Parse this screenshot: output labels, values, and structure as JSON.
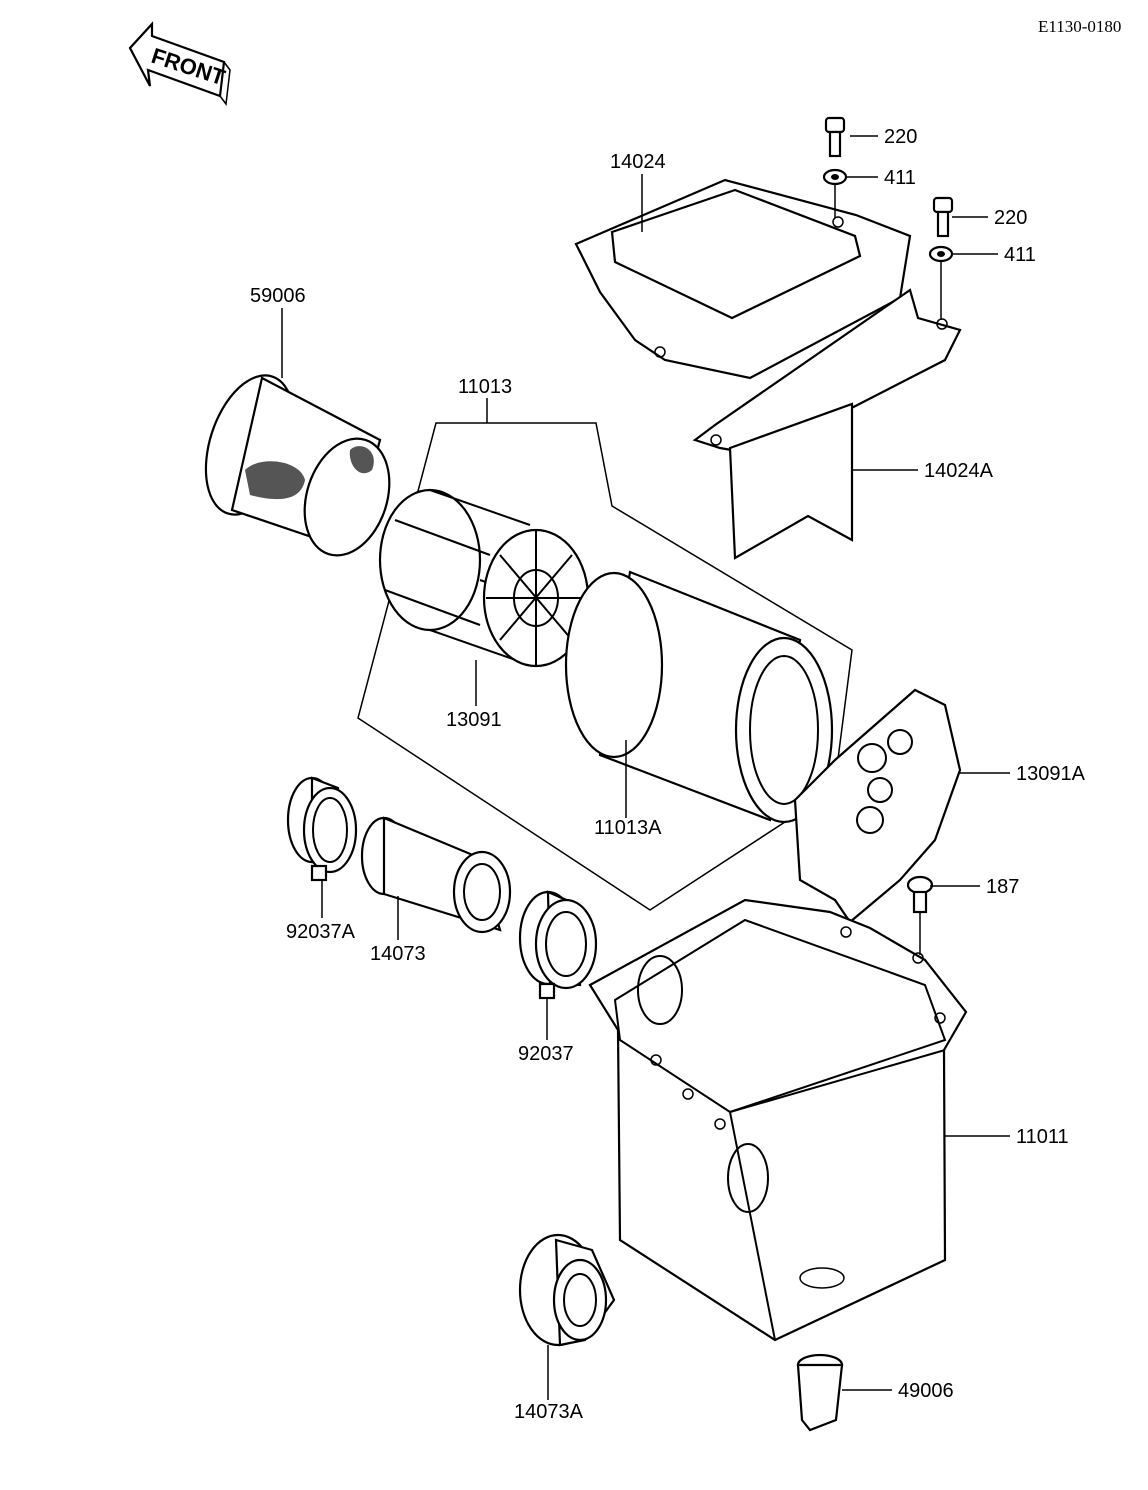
{
  "document_code": "E1130-0180",
  "direction_label": "FRONT",
  "parts": {
    "p59006": "59006",
    "p11013": "11013",
    "p14024": "14024",
    "p220a": "220",
    "p411a": "411",
    "p220b": "220",
    "p411b": "411",
    "p14024A": "14024A",
    "p13091": "13091",
    "p13091A": "13091A",
    "p11013A": "11013A",
    "p92037A": "92037A",
    "p14073": "14073",
    "p92037": "92037",
    "p187": "187",
    "p11011": "11011",
    "p14073A": "14073A",
    "p49006": "49006"
  }
}
